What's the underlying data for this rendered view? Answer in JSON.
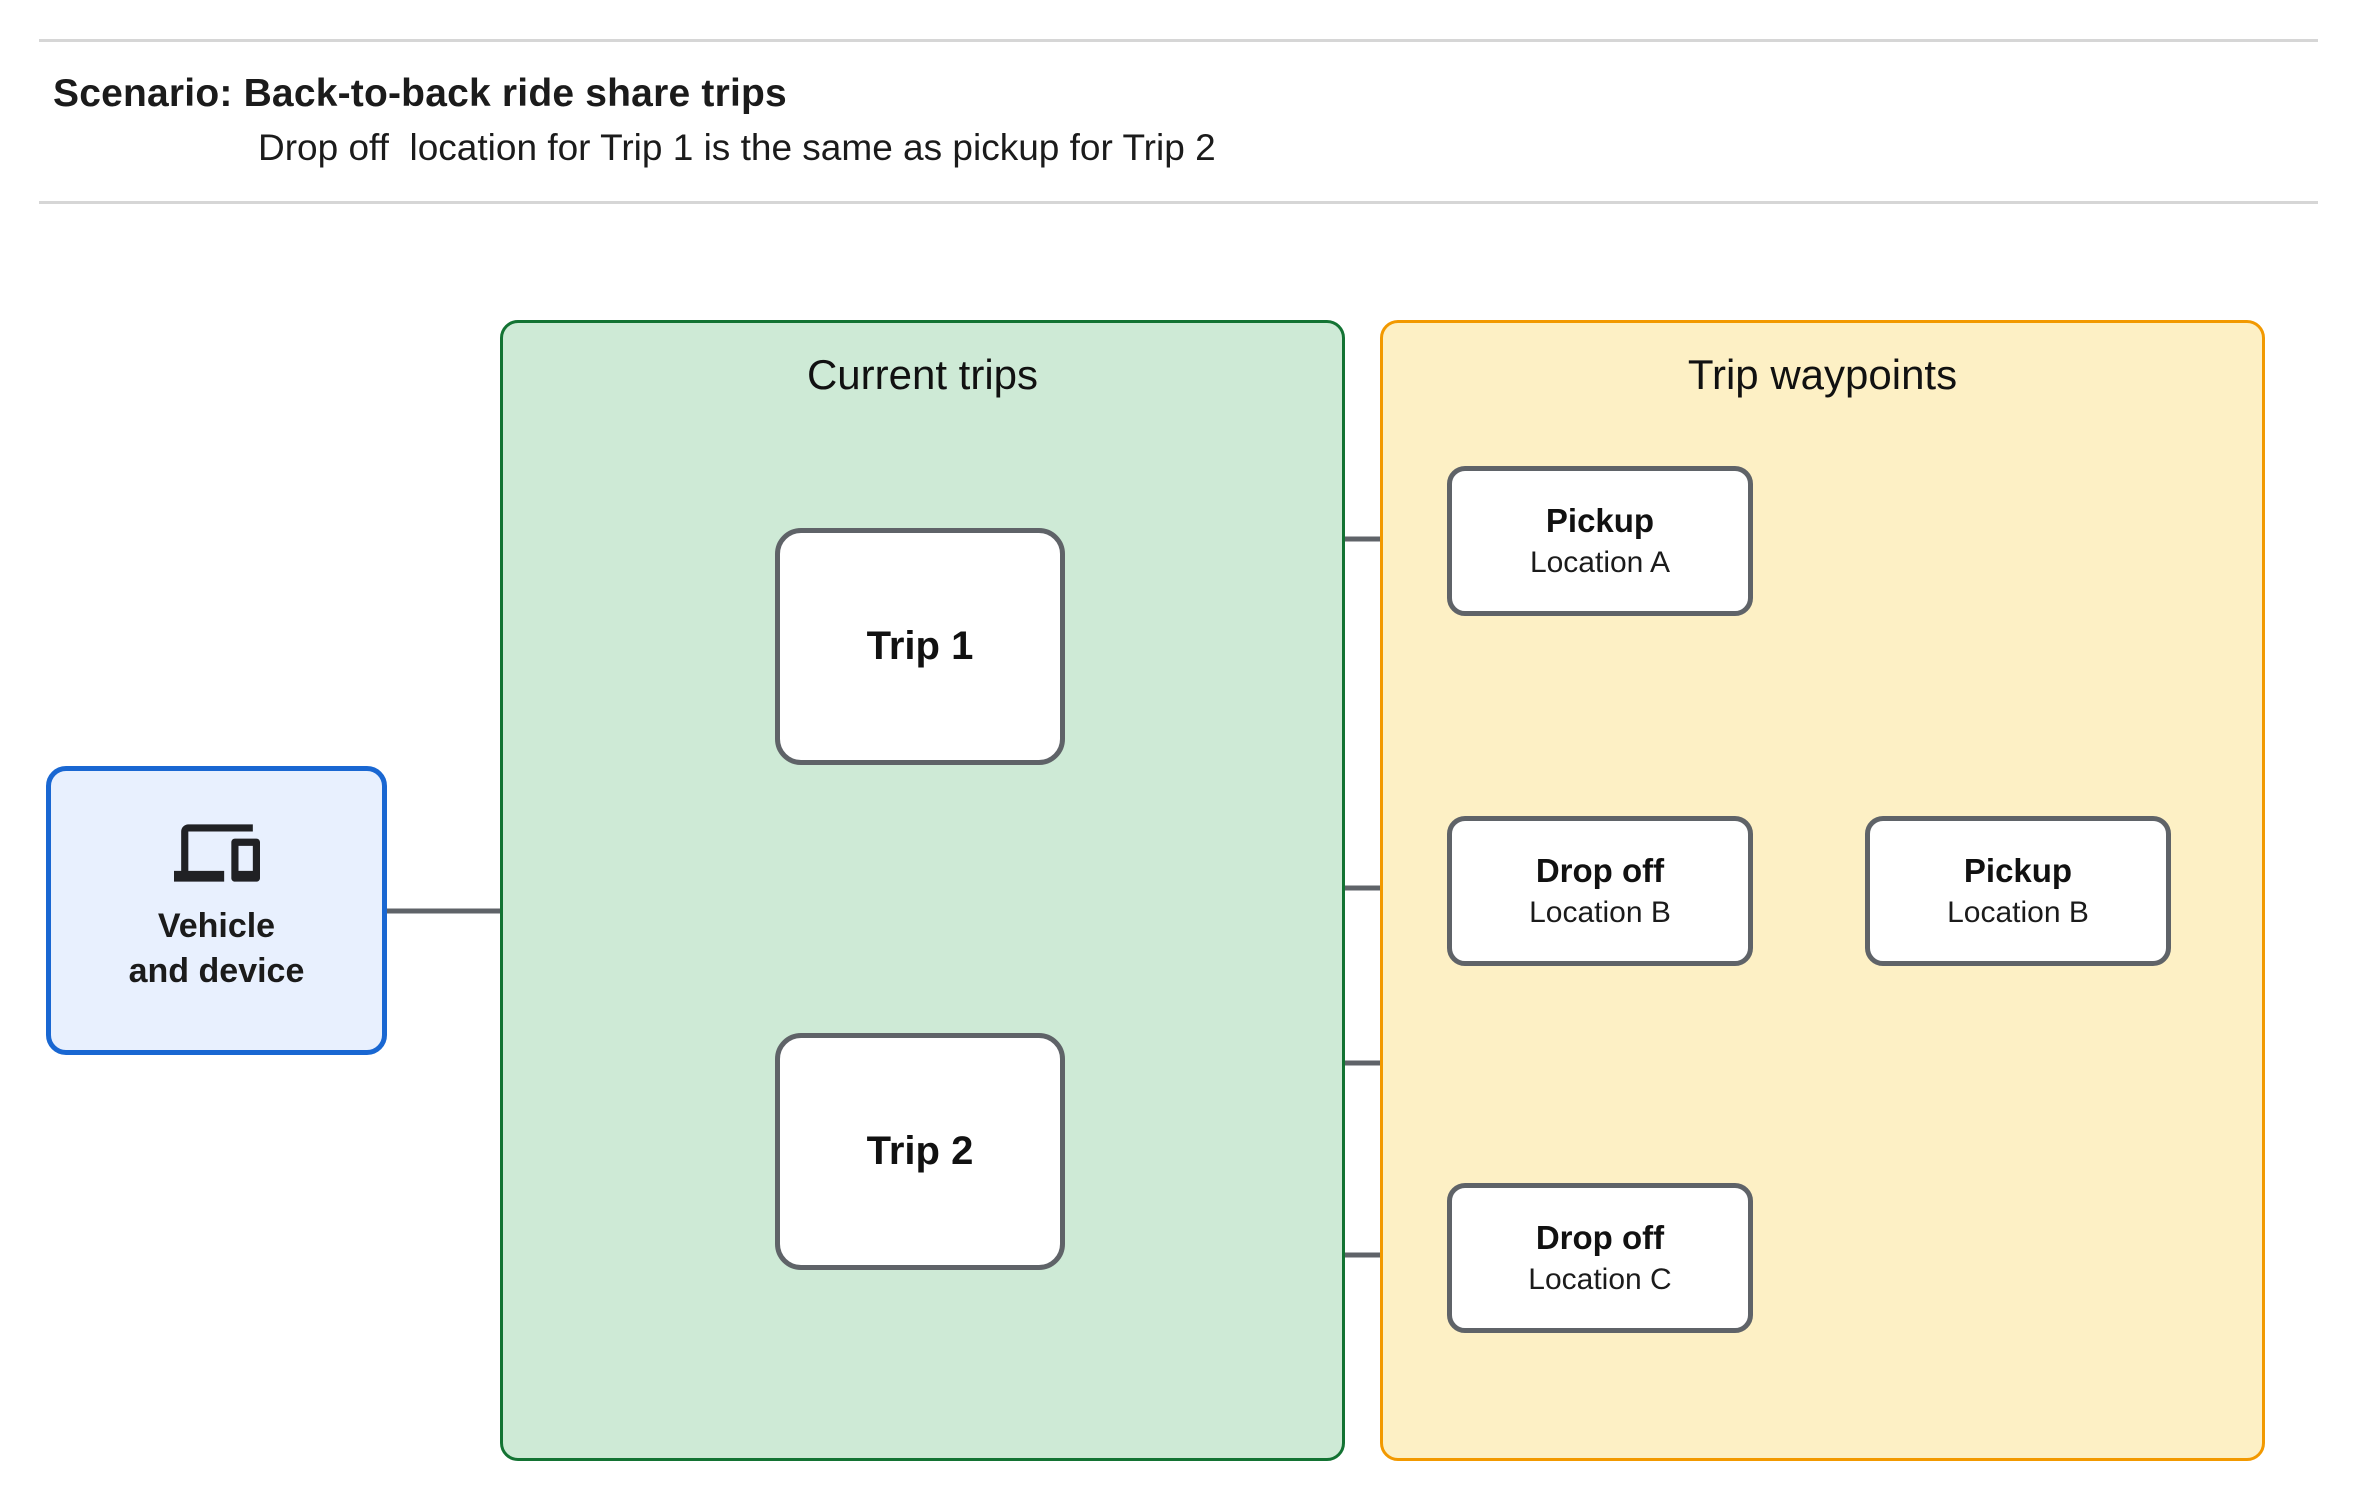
{
  "header": {
    "title": "Scenario: Back-to-back ride share trips",
    "subtitle": "Drop off  location for Trip 1 is the same as pickup for Trip 2"
  },
  "vehicle_node": {
    "icon": "devices-icon",
    "label_line1": "Vehicle",
    "label_line2": "and device"
  },
  "groups": {
    "current_trips": {
      "label": "Current trips"
    },
    "trip_waypoints": {
      "label": "Trip waypoints"
    }
  },
  "trips": {
    "trip1": {
      "label": "Trip 1"
    },
    "trip2": {
      "label": "Trip 2"
    }
  },
  "waypoints": {
    "pickup_a": {
      "title": "Pickup",
      "location": "Location A"
    },
    "dropoff_b": {
      "title": "Drop off",
      "location": "Location B"
    },
    "pickup_b": {
      "title": "Pickup",
      "location": "Location B"
    },
    "dropoff_c": {
      "title": "Drop off",
      "location": "Location C"
    }
  },
  "colors": {
    "vehicle_fill": "#e8f0fe",
    "vehicle_border": "#1967d2",
    "current_trips_fill": "#ceead6",
    "current_trips_border": "#137333",
    "trip_waypoints_fill": "#fdf0c5",
    "trip_waypoints_border": "#f29900",
    "node_border": "#5f6368",
    "connector": "#5f6368",
    "text": "#202124",
    "divider": "#d6d6d6"
  }
}
